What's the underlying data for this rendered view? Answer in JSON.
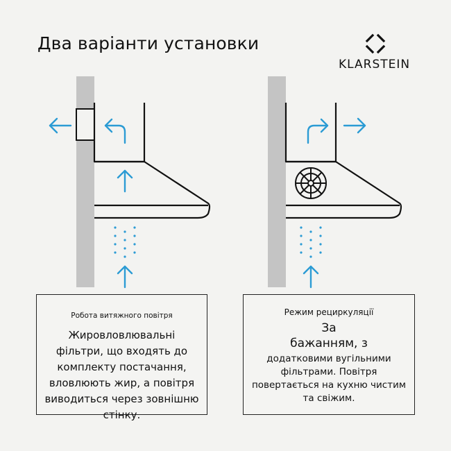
{
  "title": "Два варіанти установки",
  "brand": {
    "name": "KLARSTEIN",
    "logo_icon": "klarstein-logo-icon"
  },
  "colors": {
    "accent": "#2b9bd4",
    "wall": "#c4c4c4",
    "line": "#111111",
    "background": "#f3f3f1"
  },
  "left_panel": {
    "caption": "Робота витяжного повітря",
    "description": "Жировловлювальні фільтри, що входять до комплекту постачання, вловлюють жир, а повітря виводиться через зовнішню стінку."
  },
  "right_panel": {
    "caption": "Режим рециркуляції",
    "line1": "За",
    "line2": "бажанням, з",
    "line3": "додатковими вугільними фільтрами. Повітря повертається на кухню чистим та свіжим."
  }
}
